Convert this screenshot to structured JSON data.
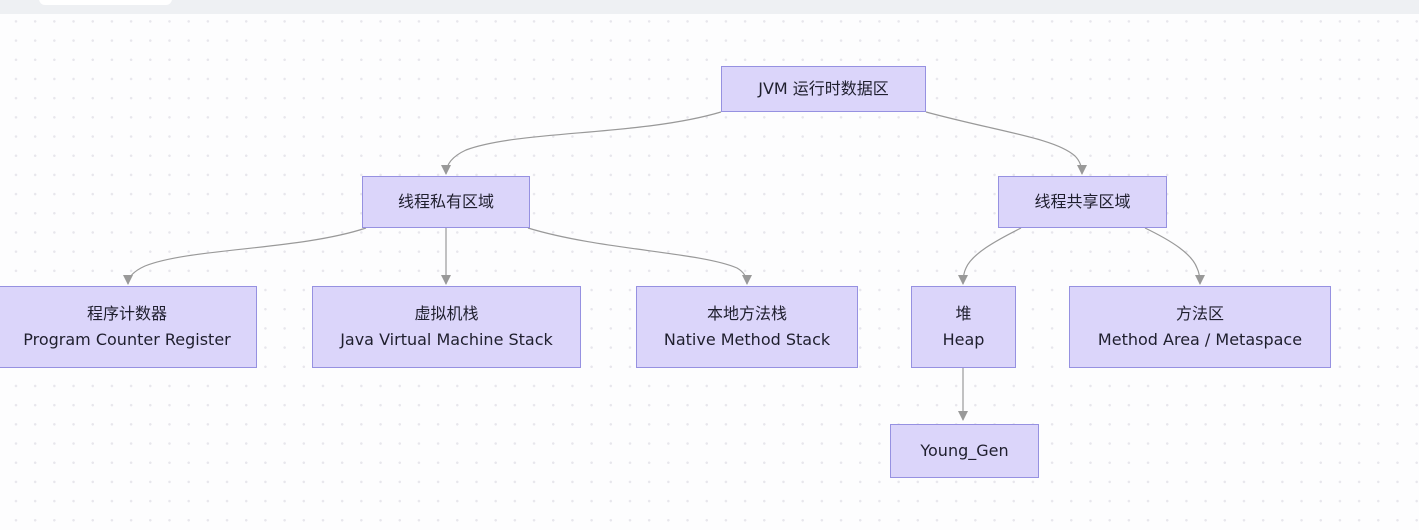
{
  "diagram": {
    "type": "flowchart",
    "nodes": {
      "root": {
        "label": "JVM 运行时数据区"
      },
      "thread_private": {
        "label": "线程私有区域"
      },
      "thread_shared": {
        "label": "线程共享区域"
      },
      "pc_register": {
        "line1": "程序计数器",
        "line2": "Program Counter Register"
      },
      "vm_stack": {
        "line1": "虚拟机栈",
        "line2": "Java Virtual Machine Stack"
      },
      "native_stack": {
        "line1": "本地方法栈",
        "line2": "Native Method Stack"
      },
      "heap": {
        "line1": "堆",
        "line2": "Heap"
      },
      "method_area": {
        "line1": "方法区",
        "line2": "Method Area / Metaspace"
      },
      "young_gen": {
        "label": "Young_Gen"
      }
    },
    "edges": [
      {
        "from": "root",
        "to": "thread_private"
      },
      {
        "from": "root",
        "to": "thread_shared"
      },
      {
        "from": "thread_private",
        "to": "pc_register"
      },
      {
        "from": "thread_private",
        "to": "vm_stack"
      },
      {
        "from": "thread_private",
        "to": "native_stack"
      },
      {
        "from": "thread_shared",
        "to": "heap"
      },
      {
        "from": "thread_shared",
        "to": "method_area"
      },
      {
        "from": "heap",
        "to": "young_gen"
      }
    ],
    "colors": {
      "node_fill": "#dbd5fa",
      "node_border": "#9691e1",
      "edge": "#999999",
      "text": "#1f1f2e",
      "canvas_bg": "#fdfdfe",
      "dot_grid": "#e7e6ec",
      "topbar_bg": "#eef0f3",
      "topbar_pill": "#ffffff"
    }
  }
}
